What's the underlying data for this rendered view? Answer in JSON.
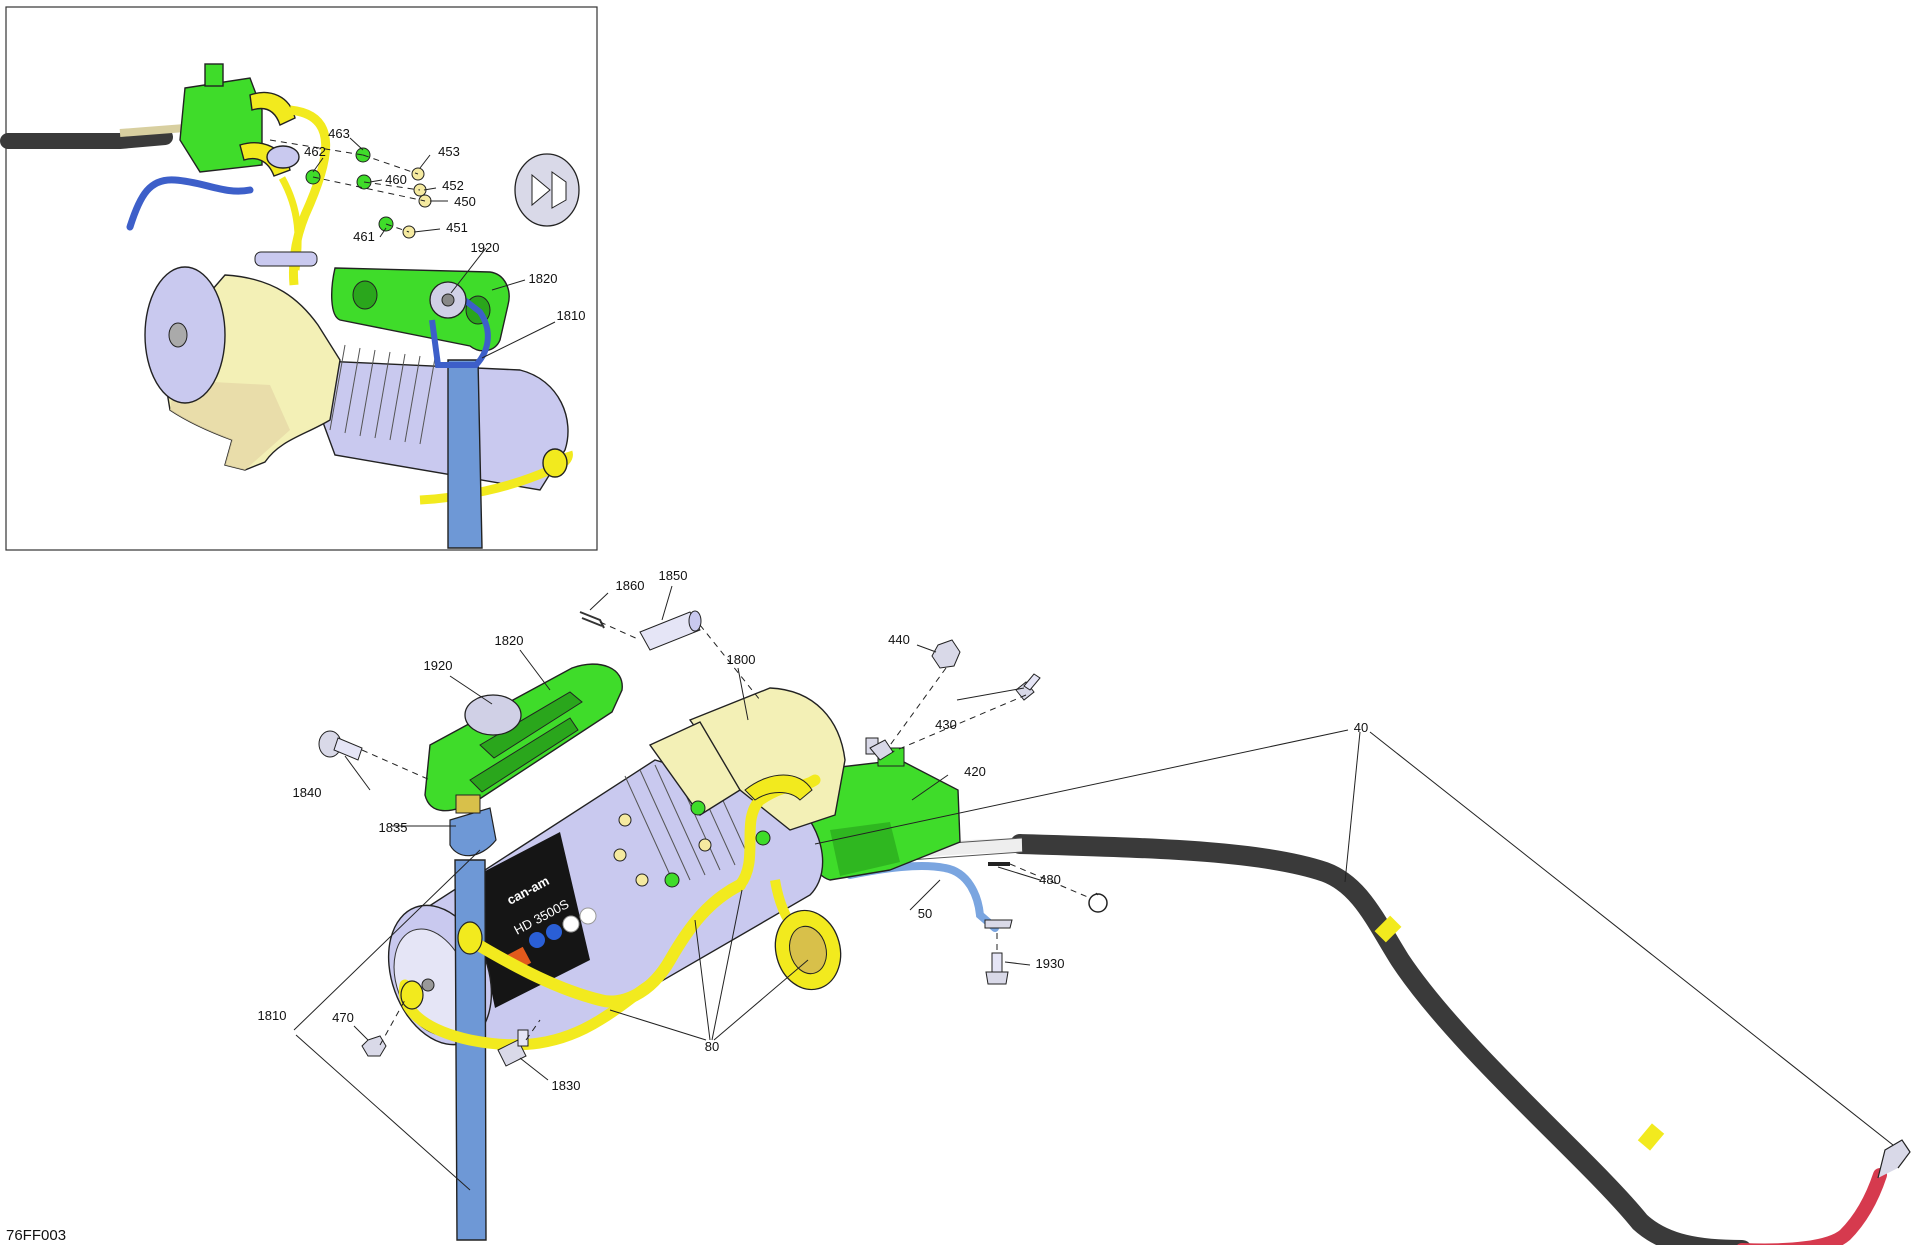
{
  "diagram_code": "76FF003",
  "inset_labels": [
    {
      "key": "463",
      "text": "463"
    },
    {
      "key": "462",
      "text": "462"
    },
    {
      "key": "460",
      "text": "460"
    },
    {
      "key": "453",
      "text": "453"
    },
    {
      "key": "452",
      "text": "452"
    },
    {
      "key": "450",
      "text": "450"
    },
    {
      "key": "461",
      "text": "461"
    },
    {
      "key": "451",
      "text": "451"
    },
    {
      "key": "1920i",
      "text": "1920"
    },
    {
      "key": "1820i",
      "text": "1820"
    },
    {
      "key": "1810i",
      "text": "1810"
    }
  ],
  "main_labels": [
    {
      "key": "1860",
      "text": "1860"
    },
    {
      "key": "1850",
      "text": "1850"
    },
    {
      "key": "1820",
      "text": "1820"
    },
    {
      "key": "1920",
      "text": "1920"
    },
    {
      "key": "1800",
      "text": "1800"
    },
    {
      "key": "440",
      "text": "440"
    },
    {
      "key": "430",
      "text": "430"
    },
    {
      "key": "420",
      "text": "420"
    },
    {
      "key": "40",
      "text": "40"
    },
    {
      "key": "1840",
      "text": "1840"
    },
    {
      "key": "1835",
      "text": "1835"
    },
    {
      "key": "480",
      "text": "480"
    },
    {
      "key": "50",
      "text": "50"
    },
    {
      "key": "1930",
      "text": "1930"
    },
    {
      "key": "1810",
      "text": "1810"
    },
    {
      "key": "470",
      "text": "470"
    },
    {
      "key": "80",
      "text": "80"
    },
    {
      "key": "1830",
      "text": "1830"
    }
  ],
  "winch_badge": {
    "brand": "can-am",
    "model": "HD 3500S"
  },
  "colors": {
    "harness_green": "#3fdc2a",
    "cable_yellow": "#f2ea1e",
    "strap_blue": "#6e98d6",
    "motor_lavender": "#c9c9ef",
    "gear_cream": "#f3f0b6",
    "cable_black": "#3a3a3a",
    "cable_red": "#d63a4e"
  }
}
